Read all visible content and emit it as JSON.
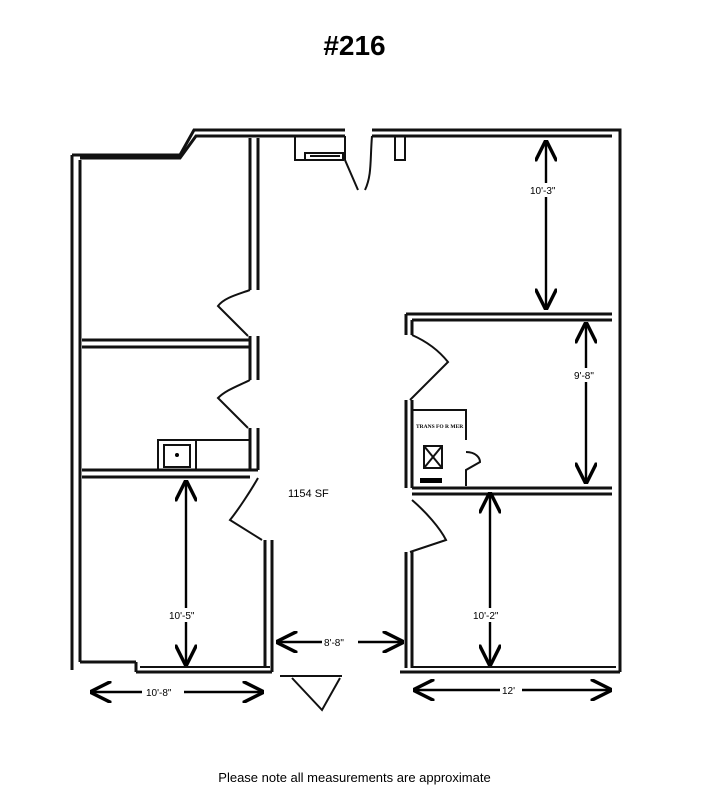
{
  "title": "#216",
  "area_label": "1154 SF",
  "room_label": "TRANS FO R MER",
  "dimensions": {
    "top_right_height": "10'-3\"",
    "mid_right_height": "9'-8\"",
    "bottom_left_height": "10'-5\"",
    "bottom_right_height": "10'-2\"",
    "corridor_width": "8'-8\"",
    "bottom_left_width": "10'-8\"",
    "bottom_right_width": "12'"
  },
  "footnote": "Please note all measurements are approximate"
}
